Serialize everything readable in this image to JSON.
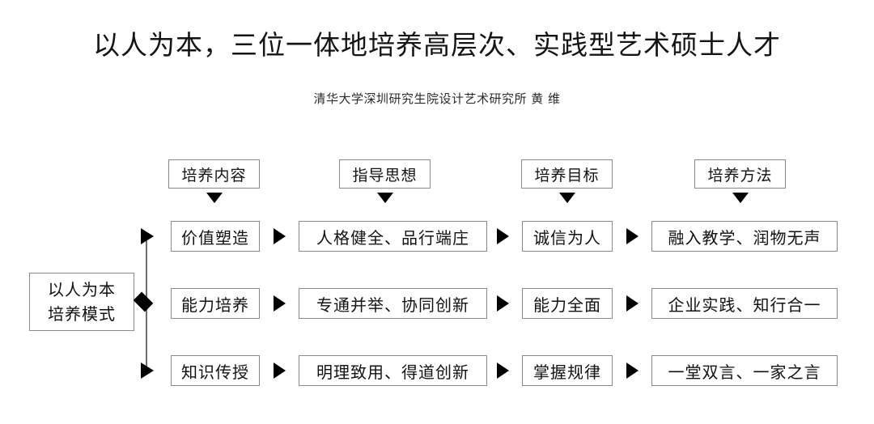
{
  "title": "以人为本，三位一体地培养高层次、实践型艺术硕士人才",
  "subtitle": "清华大学深圳研究生院设计艺术研究所 黄 维",
  "root": {
    "line1": "以人为本",
    "line2": "培养模式"
  },
  "columns": [
    {
      "header": "培养内容"
    },
    {
      "header": "指导思想"
    },
    {
      "header": "培养目标"
    },
    {
      "header": "培养方法"
    }
  ],
  "rows": [
    {
      "content": "价值塑造",
      "ideology": "人格健全、品行端庄",
      "goal": "诚信为人",
      "method": "融入教学、润物无声"
    },
    {
      "content": "能力培养",
      "ideology": "专通并举、协同创新",
      "goal": "能力全面",
      "method": "企业实践、知行合一"
    },
    {
      "content": "知识传授",
      "ideology": "明理致用、得道创新",
      "goal": "掌握规律",
      "method": "一堂双言、一家之言"
    }
  ],
  "icons": {
    "arrow_down": "down-triangle",
    "arrow_right": "right-triangle",
    "diamond": "diamond-connector"
  },
  "colors": {
    "background": "#ffffff",
    "text": "#111111",
    "box_border": "#8a8a8a",
    "arrow": "#000000",
    "spine": "#6e6e6e"
  }
}
